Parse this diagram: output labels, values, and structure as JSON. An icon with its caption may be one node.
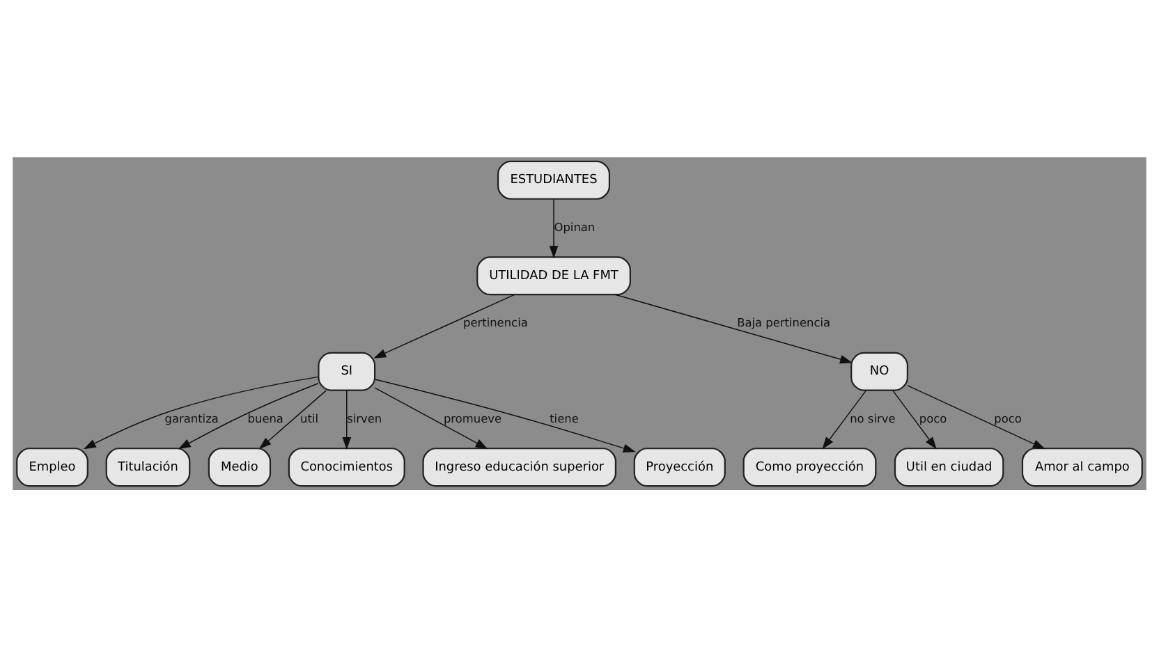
{
  "diagram": {
    "nodes": [
      {
        "text": [
          "ESTUDIANTES"
        ]
      },
      {
        "text": [
          "UTILIDAD DE LA FMT"
        ]
      },
      {
        "text": [
          "SI"
        ]
      },
      {
        "text": [
          "NO"
        ]
      },
      {
        "text": [
          "Empleo"
        ]
      },
      {
        "text": [
          "Titulación"
        ]
      },
      {
        "text": [
          "Medio"
        ]
      },
      {
        "text": [
          "Conocimientos"
        ]
      },
      {
        "text": [
          "Ingreso educación superior"
        ]
      },
      {
        "text": [
          "Proyección"
        ]
      },
      {
        "text": [
          "Como proyección"
        ]
      },
      {
        "text": [
          "Util en ciudad"
        ]
      },
      {
        "text": [
          "Amor al campo"
        ]
      }
    ],
    "edges": [
      {
        "from": 0,
        "to": 1,
        "arrow": "to",
        "label": "Opinan"
      },
      {
        "from": 1,
        "to": 2,
        "arrow": "to",
        "label": "pertinencia"
      },
      {
        "from": 1,
        "to": 3,
        "arrow": "to",
        "label": "Baja pertinencia"
      },
      {
        "from": 2,
        "to": 4,
        "arrow": "to",
        "label": "garantiza"
      },
      {
        "from": 2,
        "to": 5,
        "arrow": "to",
        "label": "buena"
      },
      {
        "from": 2,
        "to": 6,
        "arrow": "to",
        "label": "util"
      },
      {
        "from": 2,
        "to": 7,
        "arrow": "to",
        "label": "sirven"
      },
      {
        "from": 2,
        "to": 8,
        "arrow": "to",
        "label": "promueve"
      },
      {
        "from": 2,
        "to": 9,
        "arrow": "to",
        "label": "tiene"
      },
      {
        "from": 3,
        "to": 10,
        "arrow": "to",
        "label": "no sirve"
      },
      {
        "from": 3,
        "to": 11,
        "arrow": "to",
        "label": "poco"
      },
      {
        "from": 3,
        "to": 12,
        "arrow": "to",
        "label": "poco"
      }
    ]
  }
}
